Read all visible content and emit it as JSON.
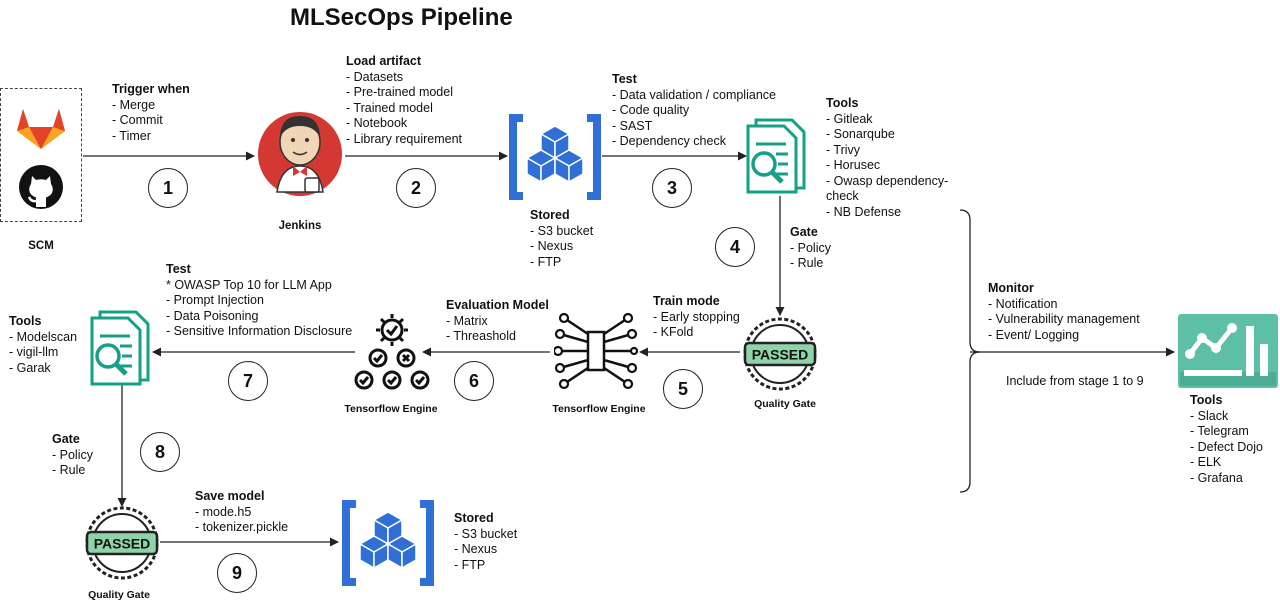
{
  "title": "MLSecOps Pipeline",
  "scm": {
    "label": "SCM"
  },
  "jenkins": {
    "label": "Jenkins"
  },
  "trigger": {
    "heading": "Trigger when",
    "items": [
      "- Merge",
      "- Commit",
      "- Timer"
    ]
  },
  "load_artifact": {
    "heading": "Load artifact",
    "items": [
      "- Datasets",
      "- Pre-trained model",
      "- Trained model",
      "- Notebook",
      "- Library requirement"
    ]
  },
  "stored_top": {
    "heading": "Stored",
    "items": [
      "- S3 bucket",
      "- Nexus",
      "- FTP"
    ]
  },
  "test_top": {
    "heading": "Test",
    "items": [
      "- Data validation / compliance",
      "- Code quality",
      "- SAST",
      "- Dependency check"
    ]
  },
  "tools_top": {
    "heading": "Tools",
    "items": [
      "- Gitleak",
      "- Sonarqube",
      "- Trivy",
      "- Horusec",
      "- Owasp dependency-",
      "check",
      "- NB Defense"
    ]
  },
  "gate_top": {
    "heading": "Gate",
    "items": [
      "- Policy",
      "- Rule"
    ]
  },
  "quality_gate_top": {
    "label": "Quality Gate",
    "badge": "PASSED"
  },
  "train_mode": {
    "heading": "Train mode",
    "items": [
      "- Early stopping",
      "- KFold"
    ]
  },
  "tf_engine_train": {
    "label": "Tensorflow Engine"
  },
  "evaluation": {
    "heading": "Evaluation Model",
    "items": [
      "- Matrix",
      "- Threashold"
    ]
  },
  "tf_engine_eval": {
    "label": "Tensorflow Engine"
  },
  "test_llm": {
    "heading": "Test",
    "items": [
      "* OWASP Top 10 for LLM App",
      "- Prompt Injection",
      "- Data Poisoning",
      "- Sensitive Information Disclosure"
    ]
  },
  "tools_left": {
    "heading": "Tools",
    "items": [
      "- Modelscan",
      "- vigil-llm",
      "- Garak"
    ]
  },
  "gate_left": {
    "heading": "Gate",
    "items": [
      "- Policy",
      "- Rule"
    ]
  },
  "quality_gate_bottom": {
    "label": "Quality Gate",
    "badge": "PASSED"
  },
  "save_model": {
    "heading": "Save model",
    "items": [
      "- mode.h5",
      "- tokenizer.pickle"
    ]
  },
  "stored_bottom": {
    "heading": "Stored",
    "items": [
      "- S3 bucket",
      "- Nexus",
      "- FTP"
    ]
  },
  "monitor": {
    "heading": "Monitor",
    "items": [
      "- Notification",
      "- Vulnerability management",
      "- Event/ Logging"
    ],
    "note": "Include from stage 1 to 9"
  },
  "tools_monitor": {
    "heading": "Tools",
    "items": [
      "- Slack",
      "- Telegram",
      "- Defect Dojo",
      "- ELK",
      "- Grafana"
    ]
  },
  "steps": [
    "1",
    "2",
    "3",
    "4",
    "5",
    "6",
    "7",
    "8",
    "9"
  ],
  "colors": {
    "teal": "#16a085",
    "blue": "#2f6fd6",
    "badge_green": "#8fd3a8",
    "jenkins_red": "#d33833",
    "gitlab_orange": "#fc6d26"
  }
}
